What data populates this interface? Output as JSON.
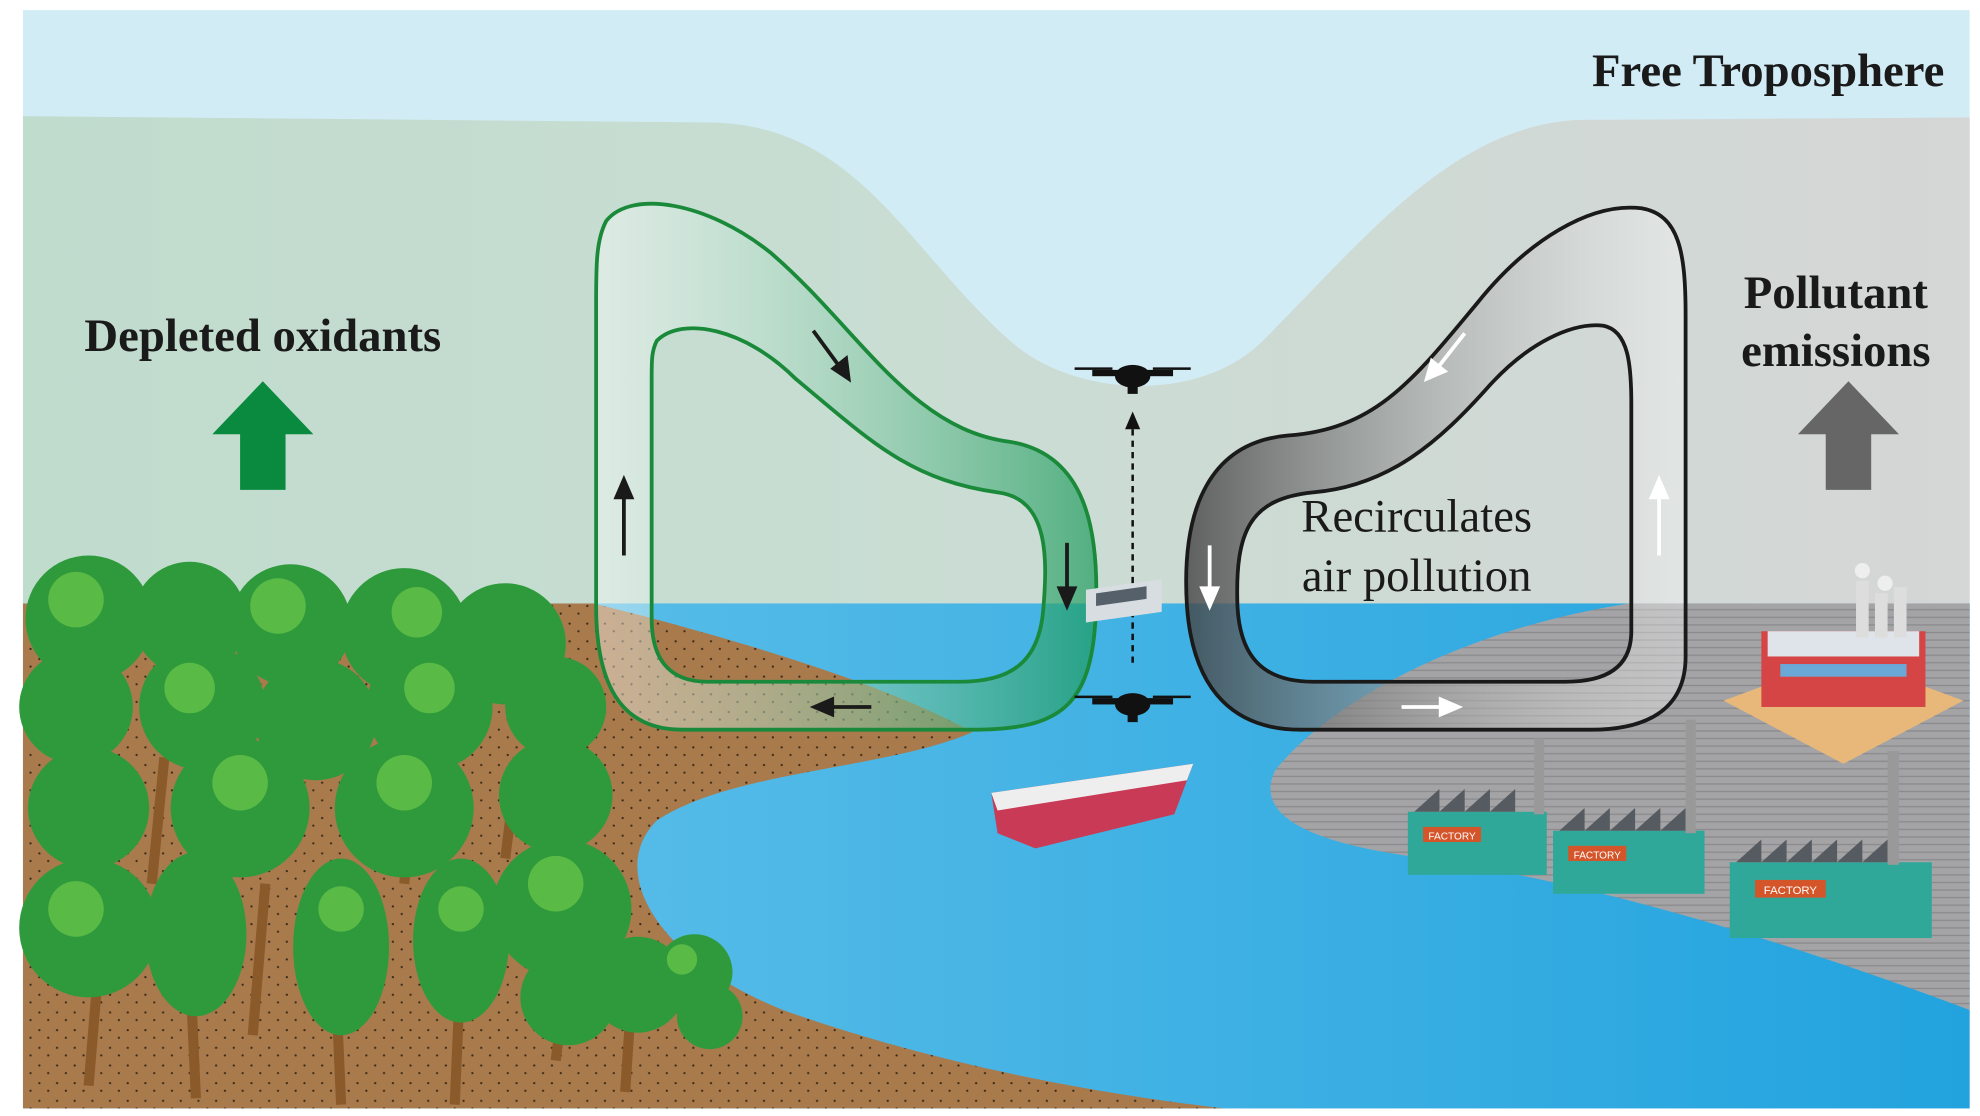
{
  "labels": {
    "free_troposphere": "Free Troposphere",
    "depleted_oxidants": "Depleted oxidants",
    "pollutant_line1": "Pollutant",
    "pollutant_line2": "emissions",
    "recirc_line1": "Recirculates",
    "recirc_line2": "air pollution"
  },
  "factory_sign": "FACTORY",
  "colors": {
    "sky": "#d2ecf6",
    "boundary_left": "#c2ddcf",
    "boundary_right": "#d3d5d5",
    "green_arrow": "#0a8a3e",
    "gray_arrow": "#666666",
    "water": "#3fb0e0",
    "land_left": "#a8784a",
    "land_right": "#a2a2a4",
    "loop_green": "#1a8a3a",
    "loop_black": "#1a1a1a"
  }
}
